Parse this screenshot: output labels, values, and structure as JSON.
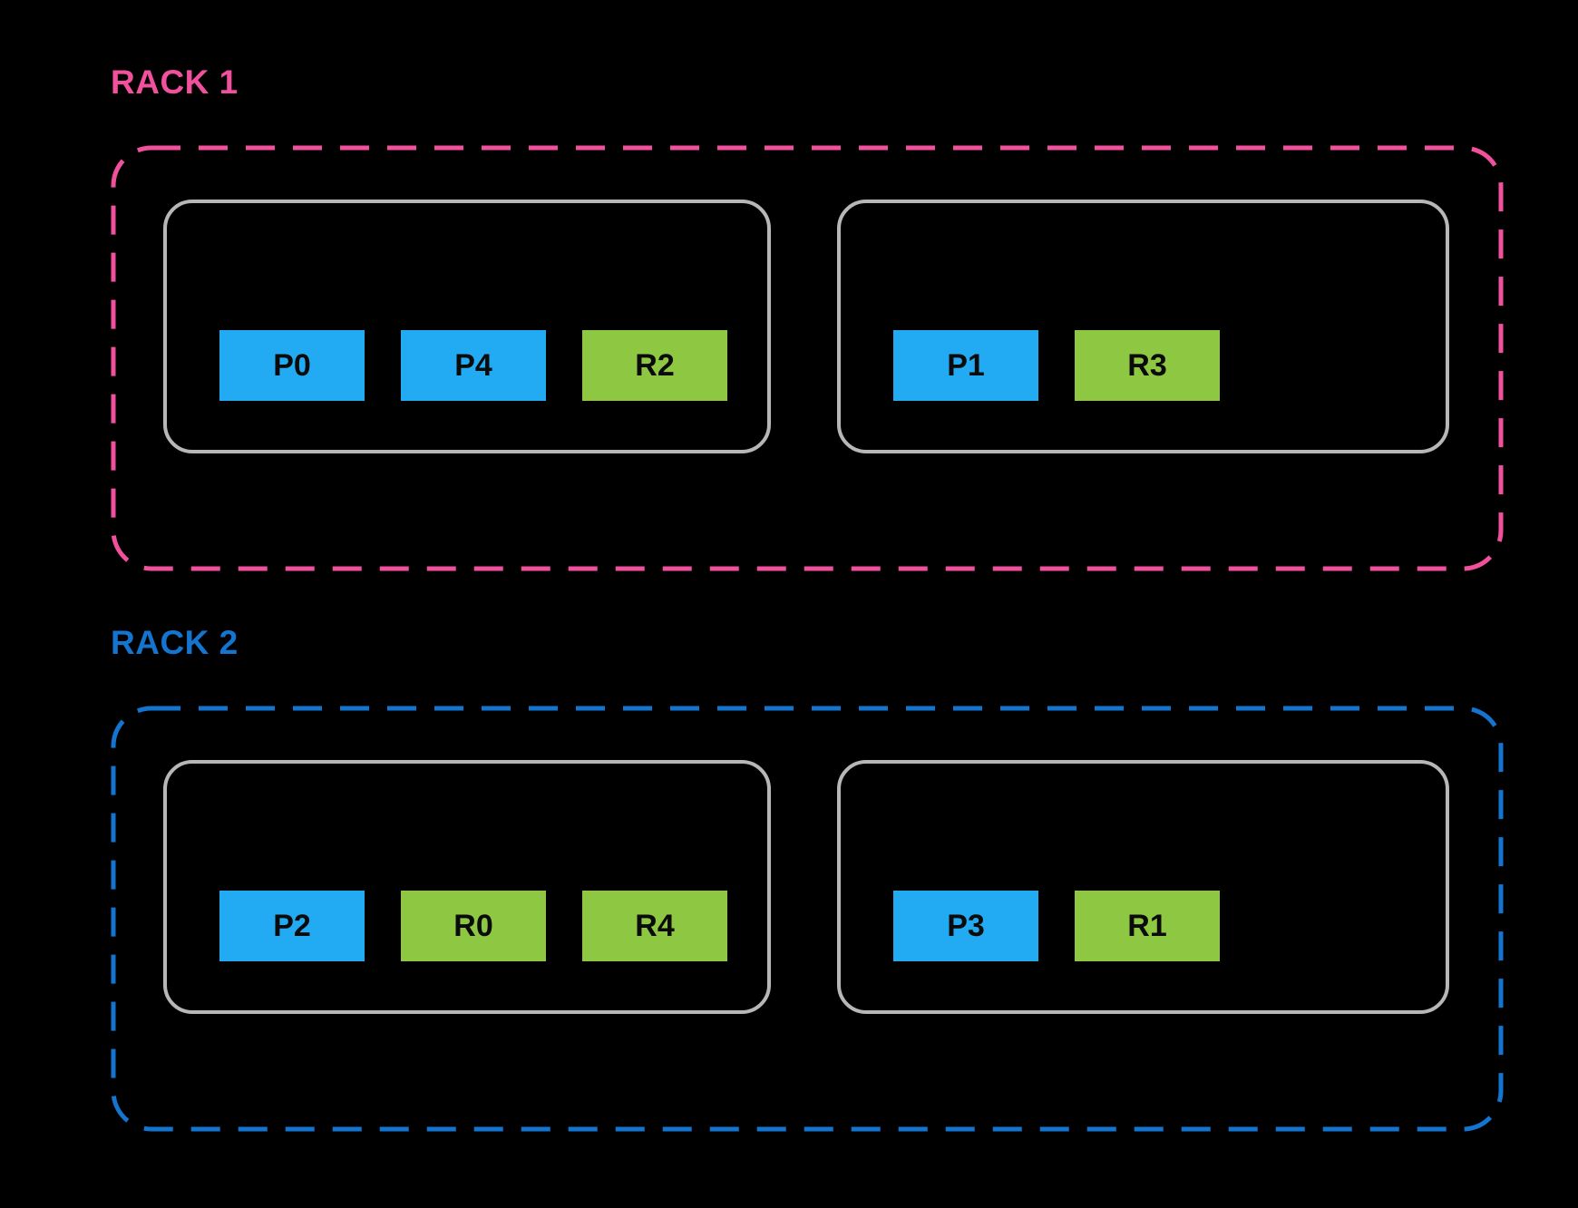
{
  "colors": {
    "background": "#000000",
    "rack1_accent": "#F1519C",
    "rack2_accent": "#1375D0",
    "host_border": "#B7B7B7",
    "chip_blue": "#22AAF2",
    "chip_green": "#8EC741",
    "chip_text": "#0B0B0B"
  },
  "racks": [
    {
      "label": "RACK 1",
      "accent": "#F1519C",
      "hosts": [
        {
          "chips": [
            {
              "label": "P0",
              "type": "blue"
            },
            {
              "label": "P4",
              "type": "blue"
            },
            {
              "label": "R2",
              "type": "green"
            }
          ]
        },
        {
          "chips": [
            {
              "label": "P1",
              "type": "blue"
            },
            {
              "label": "R3",
              "type": "green"
            }
          ]
        }
      ]
    },
    {
      "label": "RACK 2",
      "accent": "#1375D0",
      "hosts": [
        {
          "chips": [
            {
              "label": "P2",
              "type": "blue"
            },
            {
              "label": "R0",
              "type": "green"
            },
            {
              "label": "R4",
              "type": "green"
            }
          ]
        },
        {
          "chips": [
            {
              "label": "P3",
              "type": "blue"
            },
            {
              "label": "R1",
              "type": "green"
            }
          ]
        }
      ]
    }
  ]
}
